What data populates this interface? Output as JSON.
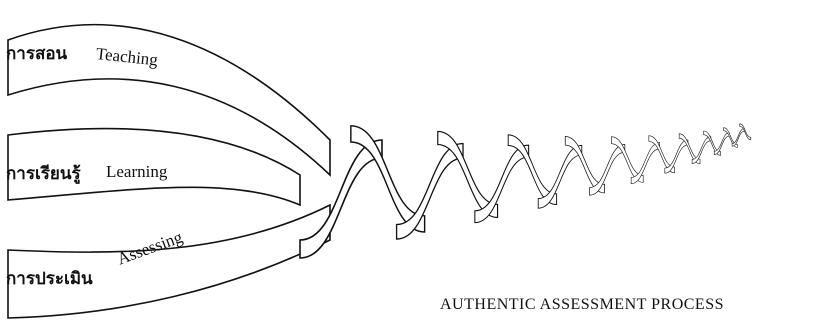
{
  "strands": [
    {
      "id": "teaching",
      "thai": "การสอน",
      "english": "Teaching"
    },
    {
      "id": "learning",
      "thai": "การเรียนรู้",
      "english": "Learning"
    },
    {
      "id": "assessing",
      "thai": "การประเมิน",
      "english": "Assessing"
    }
  ],
  "caption": "AUTHENTIC ASSESSMENT PROCESS",
  "colors": {
    "stroke": "#111111",
    "fill": "#ffffff"
  }
}
